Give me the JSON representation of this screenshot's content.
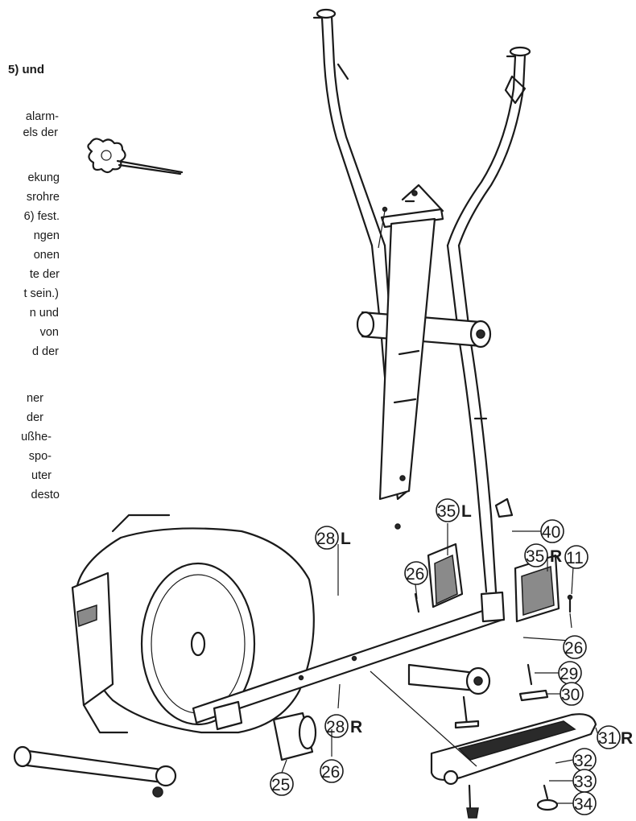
{
  "instructions": {
    "lines": [
      "5) und",
      "alarm-",
      "els der",
      "ekung",
      "srohre",
      "6) fest.",
      "ngen",
      "onen",
      "te der",
      "t sein.)",
      "n und",
      "von",
      "d  der",
      "ner",
      "der",
      "ußhe-",
      "spo-",
      "uter",
      "desto"
    ]
  },
  "labels": [
    {
      "num": "28",
      "suffix": "L"
    },
    {
      "num": "35",
      "suffix": "L"
    },
    {
      "num": "40",
      "suffix": ""
    },
    {
      "num": "35",
      "suffix": "R"
    },
    {
      "num": "11",
      "suffix": ""
    },
    {
      "num": "26",
      "suffix": ""
    },
    {
      "num": "26",
      "suffix": ""
    },
    {
      "num": "29",
      "suffix": ""
    },
    {
      "num": "30",
      "suffix": ""
    },
    {
      "num": "31",
      "suffix": "R"
    },
    {
      "num": "28",
      "suffix": "R"
    },
    {
      "num": "32",
      "suffix": ""
    },
    {
      "num": "33",
      "suffix": ""
    },
    {
      "num": "26",
      "suffix": ""
    },
    {
      "num": "25",
      "suffix": ""
    },
    {
      "num": "34",
      "suffix": ""
    }
  ],
  "icons": {
    "wrench": "wrench-icon"
  }
}
